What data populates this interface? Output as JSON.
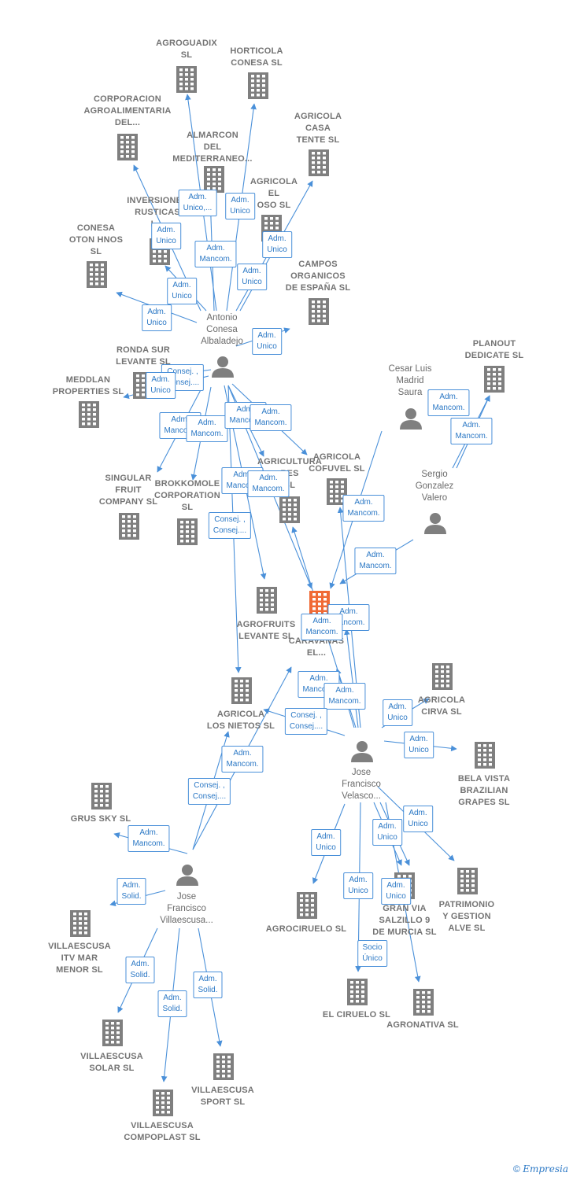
{
  "colors": {
    "edge": "#4a90d9",
    "node": "#7f7f7f",
    "focus": "#f06a35",
    "text": "#737373"
  },
  "diagram": {
    "companies": [
      {
        "id": "agroguadix",
        "lines": [
          "AGROGUADIX",
          "SL"
        ],
        "icon": "building-icon"
      },
      {
        "id": "horticola",
        "lines": [
          "HORTICOLA",
          "CONESA SL"
        ],
        "icon": "building-icon"
      },
      {
        "id": "corporacion",
        "lines": [
          "CORPORACION",
          "AGROALIMENTARIA",
          "DEL..."
        ],
        "icon": "building-icon"
      },
      {
        "id": "almarcon",
        "lines": [
          "ALMARCON",
          "DEL",
          "MEDITERRANEO..."
        ],
        "icon": "building-icon"
      },
      {
        "id": "casatente",
        "lines": [
          "AGRICOLA",
          "CASA",
          "TENTE  SL"
        ],
        "icon": "building-icon"
      },
      {
        "id": "inversiones",
        "lines": [
          "INVERSIONES",
          "RUSTICAS",
          "L..."
        ],
        "icon": "building-icon"
      },
      {
        "id": "elcaracoloso",
        "lines": [
          "AGRICOLA",
          "EL",
          "OSO  SL"
        ],
        "icon": "building-icon"
      },
      {
        "id": "conesaoton",
        "lines": [
          "CONESA",
          "OTON HNOS",
          "SL"
        ],
        "icon": "building-icon"
      },
      {
        "id": "campos",
        "lines": [
          "CAMPOS",
          "ORGANICOS",
          "DE ESPAÑA  SL"
        ],
        "icon": "building-icon"
      },
      {
        "id": "rondasur",
        "lines": [
          "RONDA SUR",
          "LEVANTE SL"
        ],
        "icon": "building-icon"
      },
      {
        "id": "meddlan",
        "lines": [
          "MEDDLAN",
          "PROPERTIES SL"
        ],
        "icon": "building-icon"
      },
      {
        "id": "planout",
        "lines": [
          "PLANOUT",
          "DEDICATE  SL"
        ],
        "icon": "building-icon"
      },
      {
        "id": "singular",
        "lines": [
          "SINGULAR",
          "FRUIT",
          "COMPANY SL"
        ],
        "icon": "building-icon"
      },
      {
        "id": "brokko",
        "lines": [
          "BROKKOMOLE",
          "CORPORATION",
          "SL"
        ],
        "icon": "building-icon"
      },
      {
        "id": "agritres",
        "lines": [
          "AGRICULTURA",
          "RES",
          "SL"
        ],
        "icon": "building-icon"
      },
      {
        "id": "cofuvel",
        "lines": [
          "AGRICOLA",
          "COFUVEL  SL"
        ],
        "icon": "building-icon"
      },
      {
        "id": "agrofruits",
        "lines": [
          "AGROFRUITS",
          "LEVANTE SL"
        ],
        "icon": "building-icon"
      },
      {
        "id": "focus",
        "lines": [
          "EC",
          "CARAVANAS",
          "EL..."
        ],
        "icon": "building-icon",
        "focus": true
      },
      {
        "id": "agrcirva",
        "lines": [
          "AGRICOLA",
          "CIRVA  SL"
        ],
        "icon": "building-icon"
      },
      {
        "id": "nietos",
        "lines": [
          "AGRICOLA",
          "LOS NIETOS SL"
        ],
        "icon": "building-icon"
      },
      {
        "id": "bela",
        "lines": [
          "BELA VISTA",
          "BRAZILIAN",
          "GRAPES  SL"
        ],
        "icon": "building-icon"
      },
      {
        "id": "grussky",
        "lines": [
          "GRUS SKY  SL"
        ],
        "icon": "building-icon"
      },
      {
        "id": "patrimonio",
        "lines": [
          "PATRIMONIO",
          "Y GESTION",
          "ALVE  SL"
        ],
        "icon": "building-icon"
      },
      {
        "id": "agrociruelo",
        "lines": [
          "AGROCIRUELO SL"
        ],
        "icon": "building-icon"
      },
      {
        "id": "granvia",
        "lines": [
          "GRAN VIA",
          "SALZILLO 9",
          "DE MURCIA SL"
        ],
        "icon": "building-icon"
      },
      {
        "id": "itv",
        "lines": [
          "VILLAESCUSA",
          "ITV MAR",
          "MENOR  SL"
        ],
        "icon": "building-icon"
      },
      {
        "id": "elciruelo",
        "lines": [
          "EL CIRUELO SL"
        ],
        "icon": "building-icon"
      },
      {
        "id": "agronativa",
        "lines": [
          "AGRONATIVA SL"
        ],
        "icon": "building-icon"
      },
      {
        "id": "solar",
        "lines": [
          "VILLAESCUSA",
          "SOLAR SL"
        ],
        "icon": "building-icon"
      },
      {
        "id": "sport",
        "lines": [
          "VILLAESCUSA",
          "SPORT SL"
        ],
        "icon": "building-icon"
      },
      {
        "id": "compoplast",
        "lines": [
          "VILLAESCUSA",
          "COMPOPLAST SL"
        ],
        "icon": "building-icon"
      }
    ],
    "people": [
      {
        "id": "antonio",
        "lines": [
          "Antonio",
          "Conesa",
          "Albaladejo"
        ],
        "icon": "person-icon"
      },
      {
        "id": "cesar",
        "lines": [
          "Cesar Luis",
          "Madrid",
          "Saura"
        ],
        "icon": "person-icon"
      },
      {
        "id": "sergio",
        "lines": [
          "Sergio",
          "Gonzalez",
          "Valero"
        ],
        "icon": "person-icon"
      },
      {
        "id": "josev",
        "lines": [
          "Jose",
          "Francisco",
          "Velasco..."
        ],
        "icon": "person-icon"
      },
      {
        "id": "josevi",
        "lines": [
          "Jose",
          "Francisco",
          "Villaescusa..."
        ],
        "icon": "person-icon"
      }
    ],
    "relations": [
      {
        "from": "antonio",
        "to": "agroguadix",
        "label": [
          "Adm.",
          "Unico,..."
        ]
      },
      {
        "from": "antonio",
        "to": "horticola",
        "label": [
          "Adm.",
          "Unico"
        ]
      },
      {
        "from": "antonio",
        "to": "corporacion",
        "label": [
          "Adm.",
          "Unico"
        ]
      },
      {
        "from": "antonio",
        "to": "almarcon",
        "label": [
          "Adm.",
          "Mancom."
        ]
      },
      {
        "from": "antonio",
        "to": "casatente",
        "label": [
          "Adm.",
          "Unico"
        ]
      },
      {
        "from": "antonio",
        "to": "elcaracoloso",
        "label": [
          "Adm.",
          "Unico"
        ]
      },
      {
        "from": "antonio",
        "to": "inversiones",
        "label": [
          "Adm.",
          "Unico"
        ]
      },
      {
        "from": "antonio",
        "to": "conesaoton",
        "label": [
          "Adm.",
          "Unico"
        ]
      },
      {
        "from": "antonio",
        "to": "campos",
        "label": [
          "Adm.",
          "Unico"
        ]
      },
      {
        "from": "antonio",
        "to": "rondasur",
        "label": [
          "Consej. ,",
          "Consej...."
        ]
      },
      {
        "from": "antonio",
        "to": "meddlan",
        "label": [
          "Adm.",
          "Unico"
        ]
      },
      {
        "from": "antonio",
        "to": "singular",
        "label": [
          "Adm.",
          "Mancom."
        ]
      },
      {
        "from": "antonio",
        "to": "brokko",
        "label": [
          "Adm.",
          "Mancom."
        ]
      },
      {
        "from": "antonio",
        "to": "agritres",
        "label": [
          "Adm.",
          "Mancom."
        ]
      },
      {
        "from": "antonio",
        "to": "cofuvel",
        "label": [
          "Adm.",
          "Mancom."
        ]
      },
      {
        "from": "antonio",
        "to": "agrofruits",
        "label": [
          "Adm.",
          "Mancom."
        ]
      },
      {
        "from": "antonio",
        "to": "focus",
        "label": [
          "Adm.",
          "Mancom."
        ]
      },
      {
        "from": "antonio",
        "to": "nietos",
        "label": [
          "Consej. ,",
          "Consej...."
        ]
      },
      {
        "from": "cesar",
        "to": "focus",
        "label": [
          "Adm.",
          "Mancom."
        ]
      },
      {
        "from": "sergio",
        "to": "planout",
        "label": [
          "Adm.",
          "Mancom."
        ]
      },
      {
        "from": "sergio",
        "to": "planout",
        "label": [
          "Adm.",
          "Mancom."
        ]
      },
      {
        "from": "sergio",
        "to": "focus",
        "label": [
          "Adm.",
          "Mancom."
        ]
      },
      {
        "from": "josev",
        "to": "focus",
        "label": [
          "Adm.",
          "Mancom."
        ]
      },
      {
        "from": "josev",
        "to": "focus",
        "label": [
          "Adm.",
          "Mancom."
        ]
      },
      {
        "from": "josev",
        "to": "agritres",
        "label": [
          "Adm.",
          "Mancom."
        ]
      },
      {
        "from": "josev",
        "to": "cofuvel",
        "label": [
          "Adm.",
          "Mancom."
        ]
      },
      {
        "from": "josev",
        "to": "agrcirva",
        "label": [
          "Adm.",
          "Unico"
        ]
      },
      {
        "from": "josev",
        "to": "bela",
        "label": [
          "Adm.",
          "Unico"
        ]
      },
      {
        "from": "josev",
        "to": "nietos",
        "label": [
          "Consej. ,",
          "Consej...."
        ]
      },
      {
        "from": "josev",
        "to": "patrimonio",
        "label": [
          "Adm.",
          "Unico"
        ]
      },
      {
        "from": "josev",
        "to": "agrociruelo",
        "label": [
          "Adm.",
          "Unico"
        ]
      },
      {
        "from": "josev",
        "to": "granvia",
        "label": [
          "Adm.",
          "Unico"
        ]
      },
      {
        "from": "josev",
        "to": "elciruelo",
        "label": [
          "Adm.",
          "Unico"
        ]
      },
      {
        "from": "josev",
        "to": "granvia",
        "label": [
          "Adm.",
          "Unico"
        ]
      },
      {
        "from": "josev",
        "to": "agronativa",
        "label": [
          "Socio",
          "Único"
        ]
      },
      {
        "from": "josevi",
        "to": "nietos",
        "label": [
          "Adm.",
          "Mancom."
        ]
      },
      {
        "from": "josevi",
        "to": "focus",
        "label": [
          "Consej. ,",
          "Consej...."
        ]
      },
      {
        "from": "josevi",
        "to": "grussky",
        "label": [
          "Adm.",
          "Mancom."
        ]
      },
      {
        "from": "josevi",
        "to": "itv",
        "label": [
          "Adm.",
          "Solid."
        ]
      },
      {
        "from": "josevi",
        "to": "solar",
        "label": [
          "Adm.",
          "Solid."
        ]
      },
      {
        "from": "josevi",
        "to": "compoplast",
        "label": [
          "Adm.",
          "Solid."
        ]
      },
      {
        "from": "josevi",
        "to": "sport",
        "label": [
          "Adm.",
          "Solid."
        ]
      }
    ]
  },
  "footer": {
    "copyright": "©",
    "brand": "Empresia"
  }
}
